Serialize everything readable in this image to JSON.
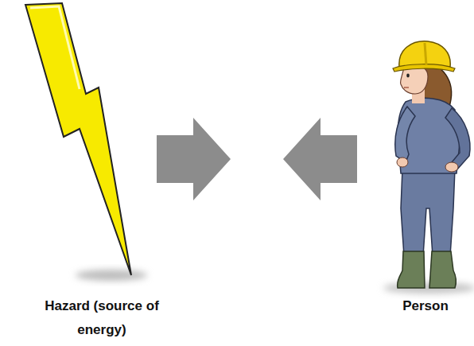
{
  "diagram": {
    "nodes": [
      {
        "text": [
          "Hazard (source of energy)"
        ]
      },
      {
        "text": [
          "Person"
        ]
      }
    ],
    "edges": [
      {
        "from": 0,
        "to": 1,
        "arrow": "to"
      },
      {
        "from": 1,
        "to": 0,
        "arrow": "to"
      }
    ]
  }
}
